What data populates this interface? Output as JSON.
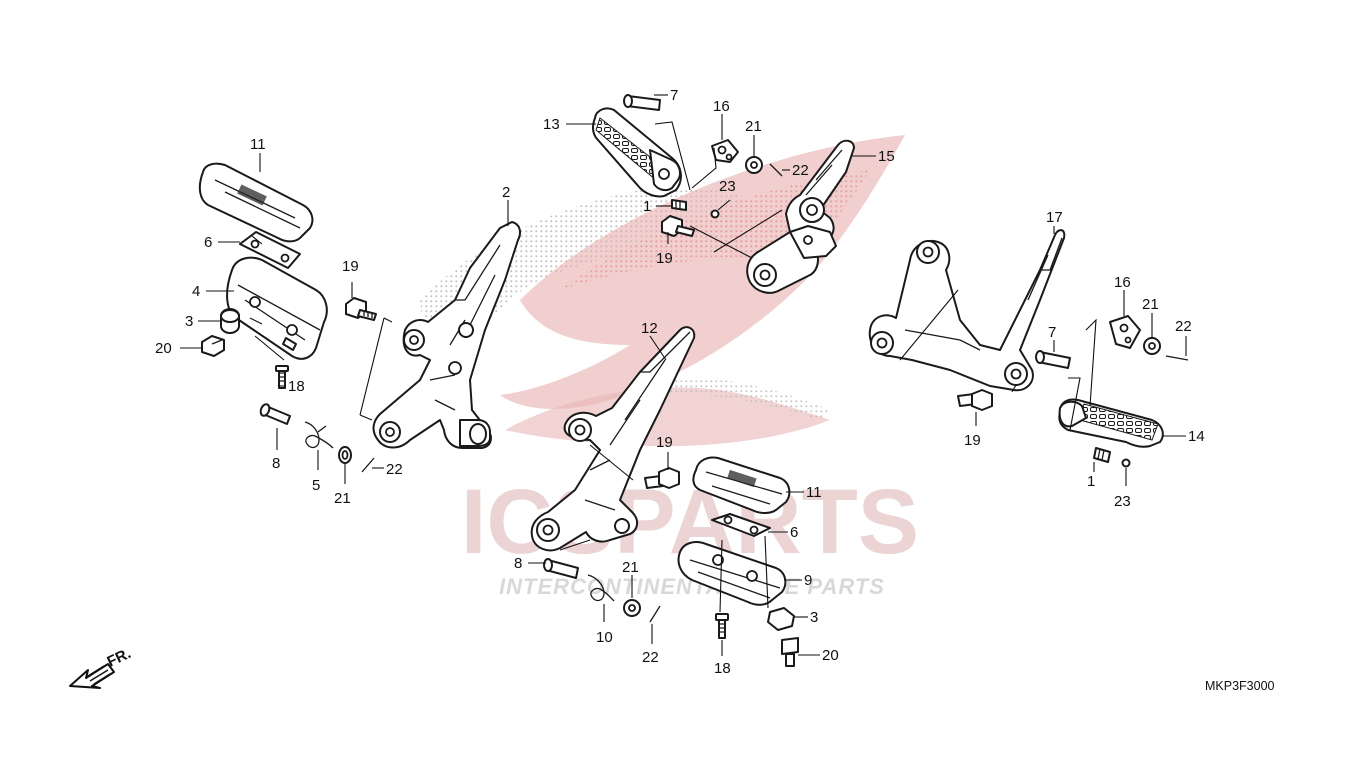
{
  "diagram": {
    "code": "MKP3F3000",
    "direction_label": "FR."
  },
  "watermark": {
    "brand": "ICSPARTS",
    "tagline": "INTERCONTINENTAL BIKE PARTS",
    "colors": {
      "wing": "#e8a7a7",
      "brand": "#e9c7c7",
      "tagline": "#d9d9d9"
    }
  },
  "callouts": [
    "7",
    "16",
    "13",
    "21",
    "22",
    "15",
    "23",
    "1",
    "19",
    "2",
    "11",
    "6",
    "4",
    "3",
    "20",
    "18",
    "19",
    "8",
    "5",
    "21",
    "22",
    "12",
    "19",
    "11",
    "6",
    "9",
    "3",
    "20",
    "18",
    "8",
    "21",
    "10",
    "22",
    "17",
    "16",
    "21",
    "22",
    "7",
    "19",
    "14",
    "1",
    "23"
  ]
}
